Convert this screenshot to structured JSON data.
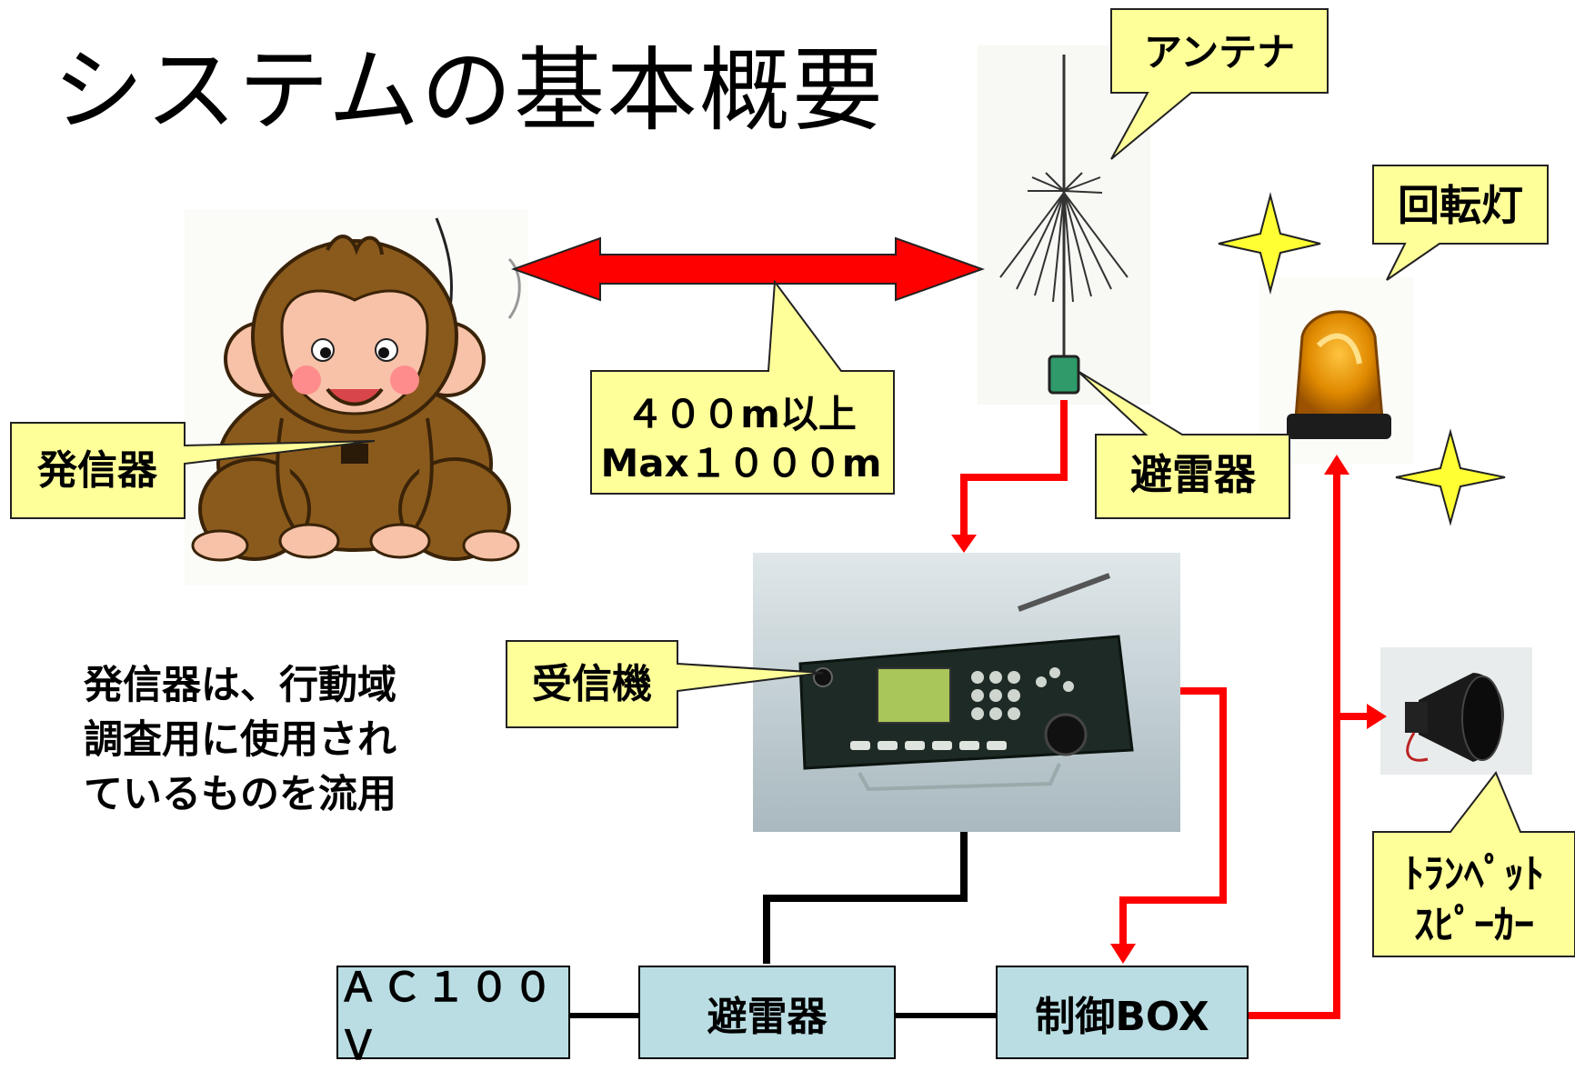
{
  "title": "システムの基本概要",
  "callouts": {
    "antenna": "アンテナ",
    "rotating_light": "回転灯",
    "transmitter": "発信器",
    "distance_line1": "４００m以上",
    "distance_line2": "Max１０００m",
    "arrester_top": "避雷器",
    "receiver": "受信機",
    "speaker_line1": "ﾄﾗﾝﾍﾟｯﾄ",
    "speaker_line2": "ｽﾋﾟｰｶｰ"
  },
  "description": [
    "発信器は、行動域",
    "調査用に使用され",
    "ているものを流用"
  ],
  "boxes": {
    "power": "ＡＣ１００Ｖ",
    "arrester": "避雷器",
    "control": "制御BOX"
  },
  "colors": {
    "callout_fill": "#ffff99",
    "box_fill": "#b9dde3",
    "signal_arrow": "#ff0000",
    "wire": "#000000",
    "star": "#ffff33",
    "lamp": "#e08a00"
  }
}
